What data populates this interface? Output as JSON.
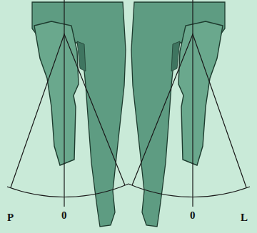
{
  "diagram": {
    "labels": [
      "0",
      "P",
      "0",
      "L"
    ]
  }
}
